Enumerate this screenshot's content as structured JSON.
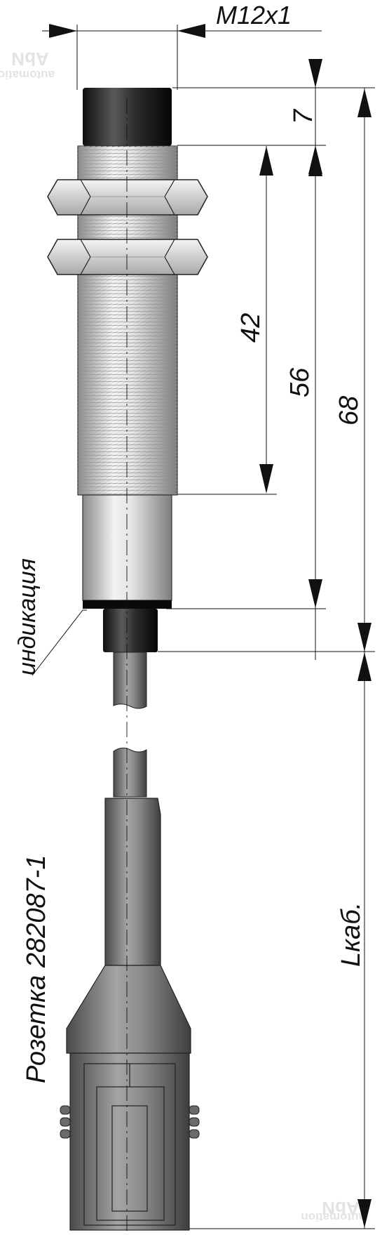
{
  "labels": {
    "thread": "M12x1",
    "dim_front": "7",
    "dim_thread_len": "42",
    "dim_body_to_led": "56",
    "dim_total": "68",
    "indication": "индикация",
    "connector": "Розетка 282087-1",
    "cable_length": "Lкаб."
  },
  "watermark": {
    "line1": "AbN",
    "line2": "automation"
  }
}
